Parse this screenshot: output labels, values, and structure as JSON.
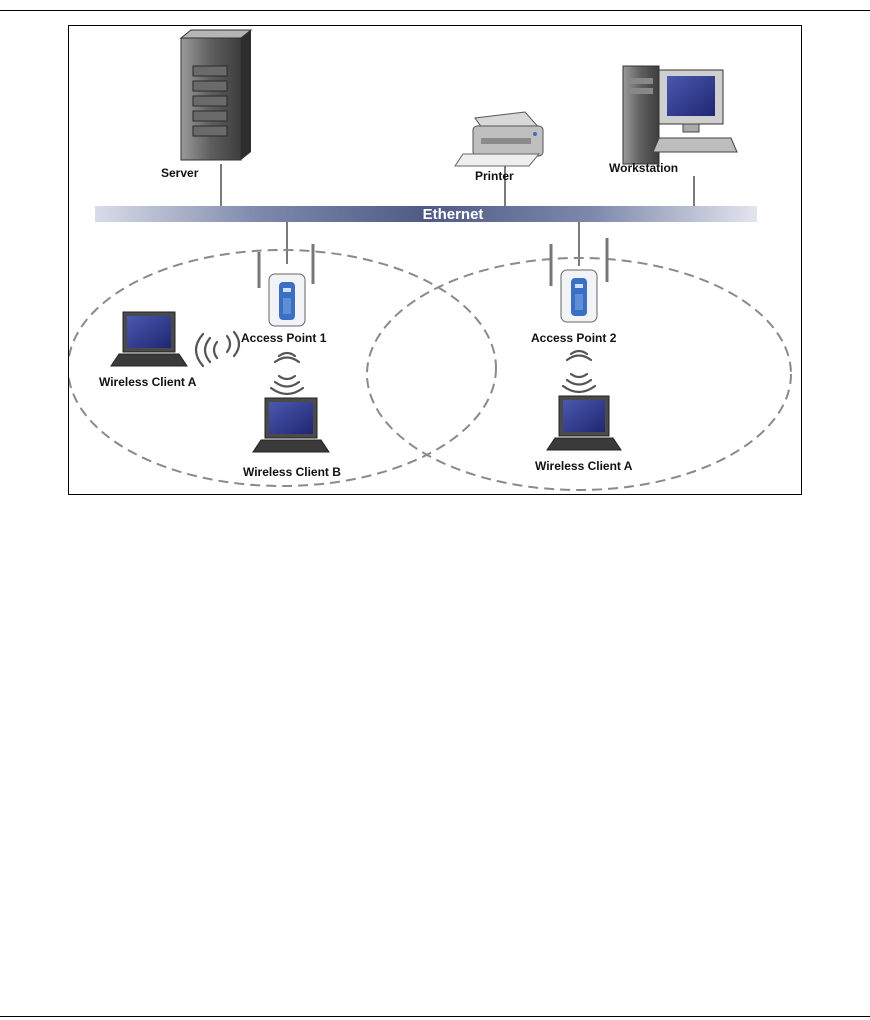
{
  "diagram": {
    "ethernet_label": "Ethernet",
    "server_label": "Server",
    "printer_label": "Printer",
    "workstation_label": "Workstation",
    "ap1_label": "Access Point 1",
    "ap2_label": "Access Point 2",
    "client_a1_label": "Wireless Client A",
    "client_b_label": "Wireless Client B",
    "client_a2_label": "Wireless Client A"
  },
  "colors": {
    "ethernet_band": "#5d6c96",
    "laptop_screen": "#2f3b8c",
    "ap_accent": "#3b6fc4",
    "dashed_cell": "#8a8a8a"
  }
}
